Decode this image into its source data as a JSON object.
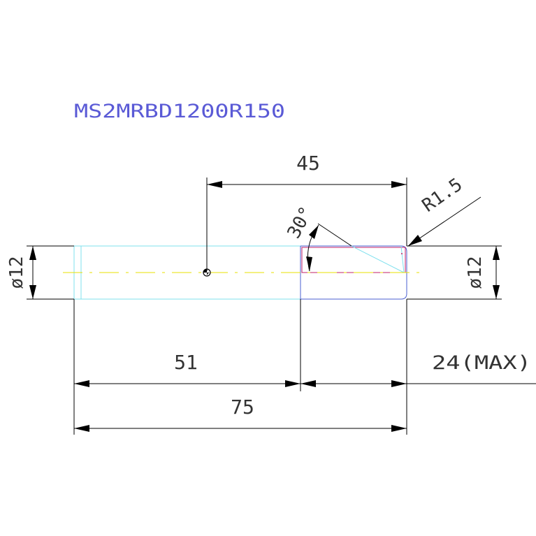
{
  "drawing": {
    "part_number": "MS2MRBD1200R150",
    "dimensions": {
      "top_length": "45",
      "radius": "R1.5",
      "angle": "30°",
      "left_diameter": "ø12",
      "right_diameter": "ø12",
      "shaft_length": "51",
      "tip_length": "24(MAX)",
      "overall_length": "75"
    }
  },
  "colors": {
    "title": "#5a5ad6",
    "shaft": "#7fe0ee",
    "tip_outline": "#4a5fd0",
    "chamfer": "#c0206a",
    "centerline": "#e8e000",
    "dimension": "#000000",
    "text": "#333333"
  }
}
